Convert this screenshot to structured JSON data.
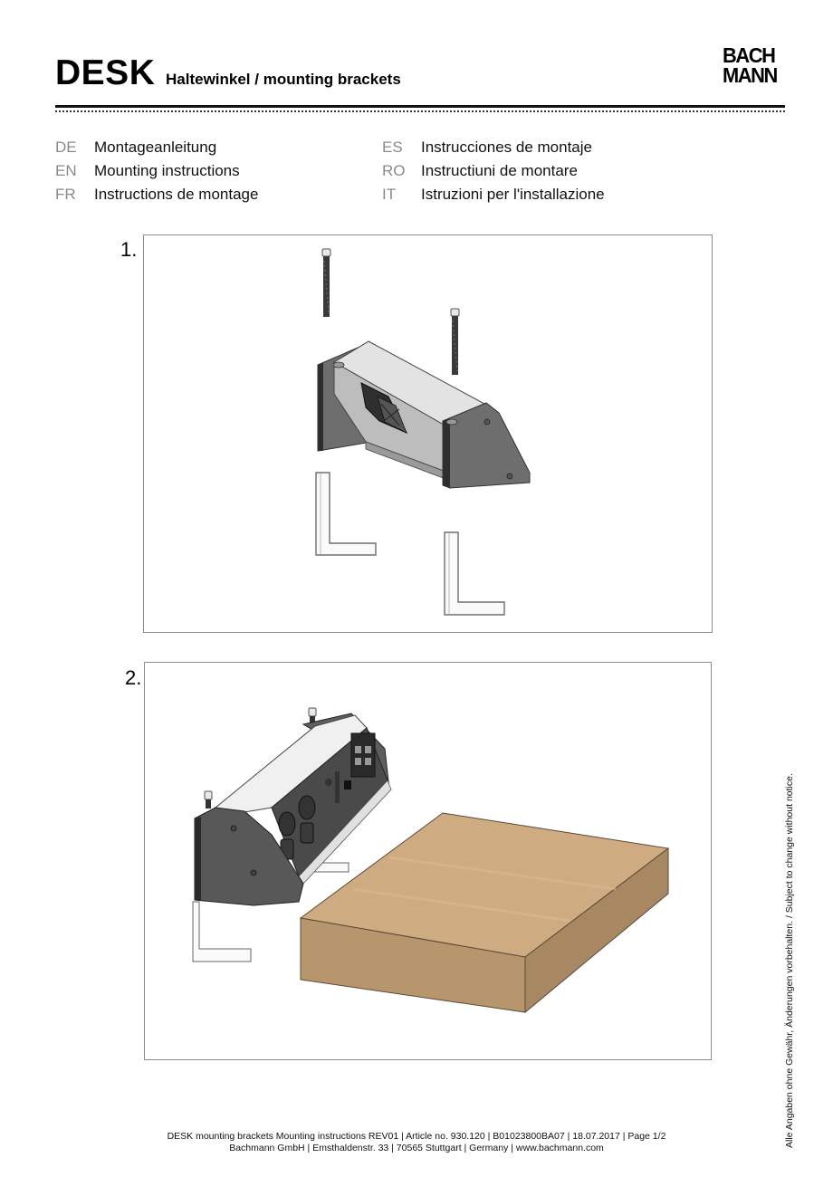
{
  "header": {
    "product": "DESK",
    "subtitle": "Haltewinkel / mounting brackets",
    "logo_line1": "BACH",
    "logo_line2": "MANN"
  },
  "languages": {
    "left": [
      {
        "code": "DE",
        "text": "Montageanleitung"
      },
      {
        "code": "EN",
        "text": "Mounting instructions"
      },
      {
        "code": "FR",
        "text": "Instructions de montage"
      }
    ],
    "right": [
      {
        "code": "ES",
        "text": "Instrucciones de montaje"
      },
      {
        "code": "RO",
        "text": "Instructiuni de montare"
      },
      {
        "code": "IT",
        "text": "Istruzioni per l'installazione"
      }
    ]
  },
  "steps": [
    {
      "number": "1.",
      "illustration": "exploded view: two screws above power unit, two L-shaped brackets below"
    },
    {
      "number": "2.",
      "illustration": "power unit with brackets attached, positioned beside wooden desk top"
    }
  ],
  "colors": {
    "housing_dark": "#6b6b6b",
    "housing_edge": "#2e2e2e",
    "aluminium": "#d9d9d9",
    "wood_top": "#cfab82",
    "wood_front": "#b8966d",
    "wood_side": "#a78863",
    "frame_border": "#8c8c8c",
    "lang_code": "#8a8a8a"
  },
  "footer": {
    "line1": "DESK mounting brackets Mounting instructions REV01 | Article no. 930.120 | B01023800BA07 | 18.07.2017 | Page 1/2",
    "line2": "Bachmann GmbH | Emsthaldenstr. 33 | 70565 Stuttgart | Germany | www.bachmann.com"
  },
  "side_note": "Alle Angaben ohne Gewähr, Änderungen vorbehalten. / Subject to change without notice."
}
